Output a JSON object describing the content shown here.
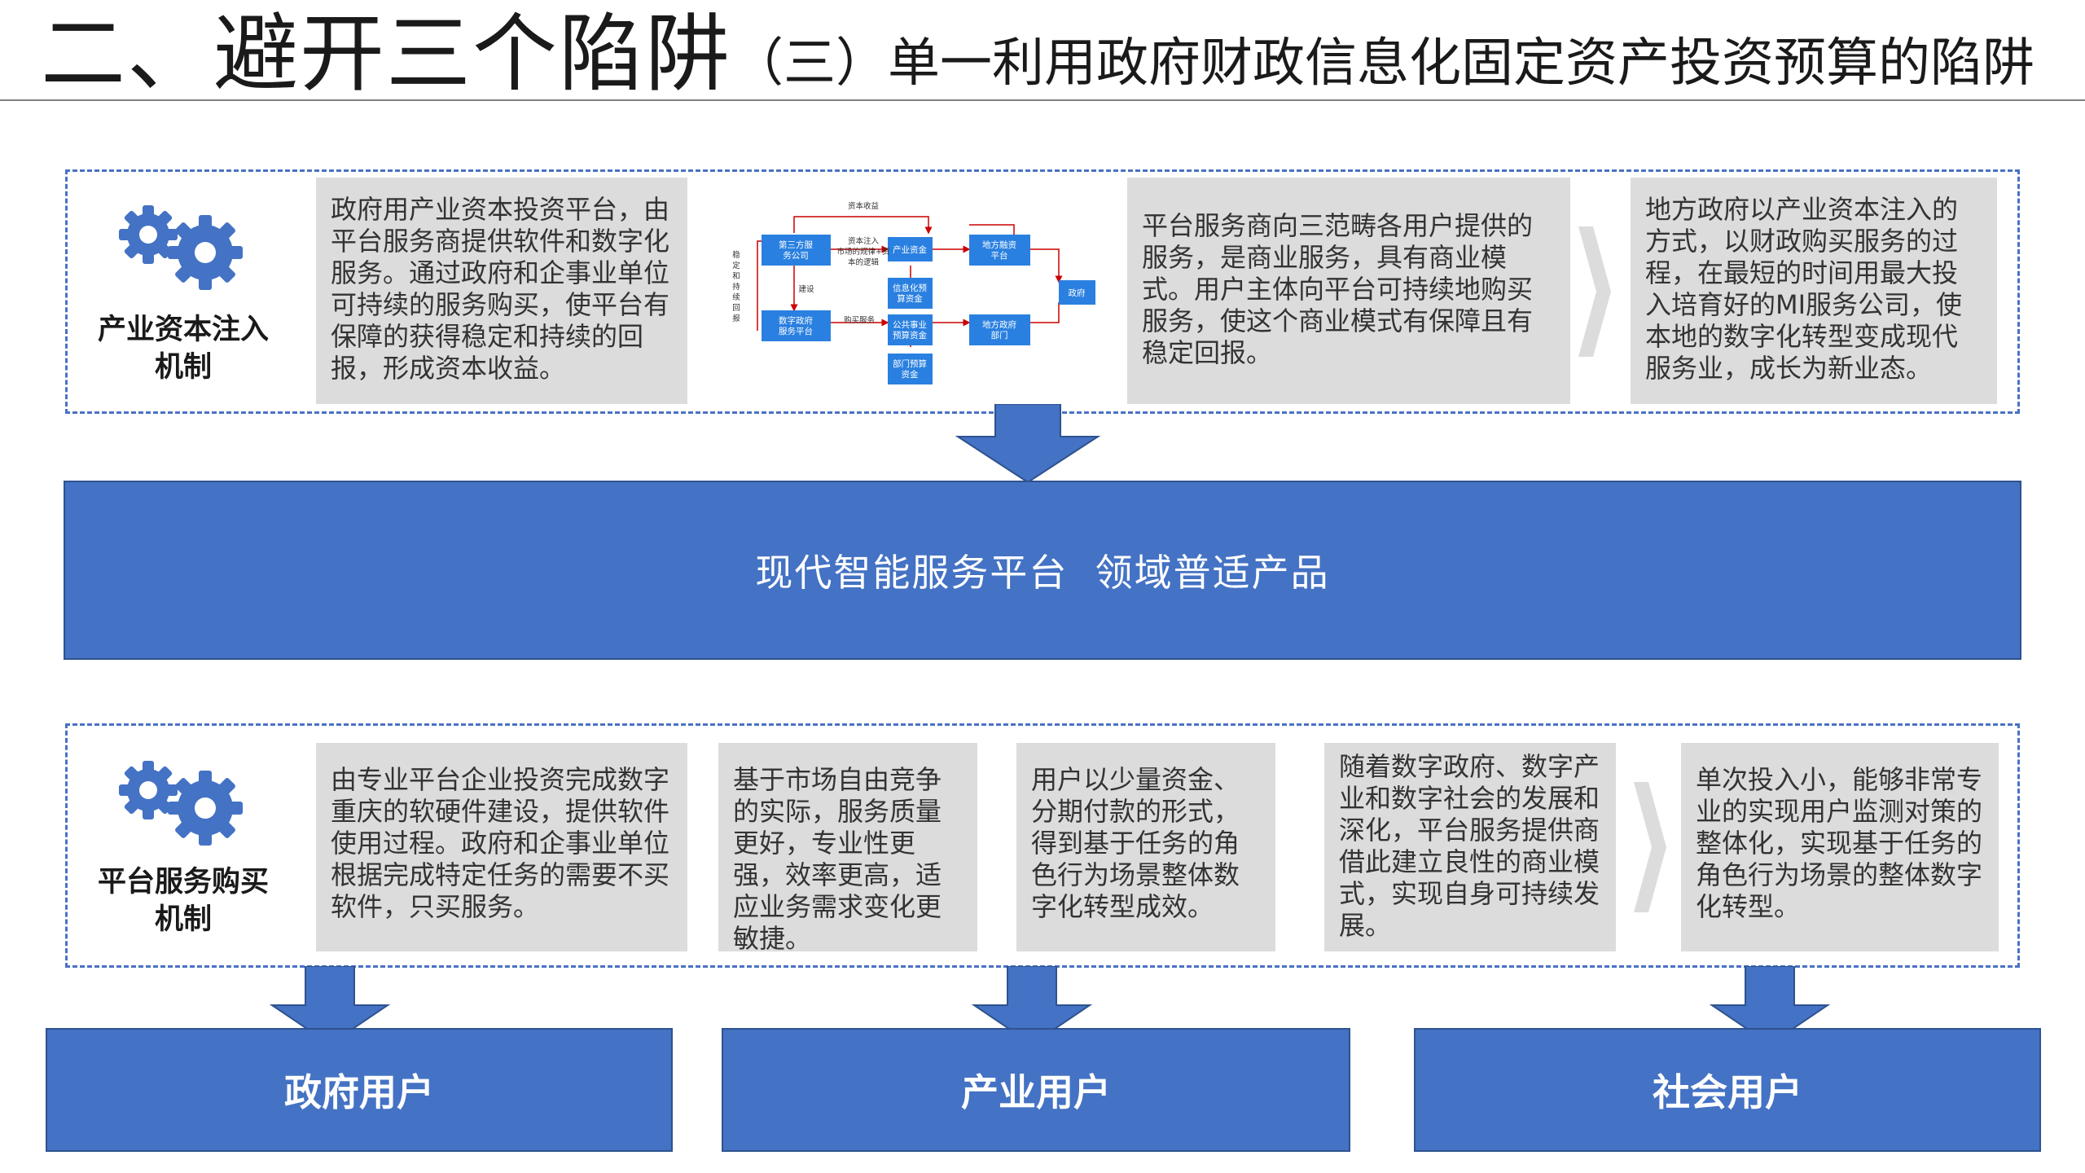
{
  "header": {
    "title": "二、避开三个陷阱",
    "subtitle": "（三）单一利用政府财政信息化固定资产投资预算的陷阱"
  },
  "section1": {
    "mechanism_label": "产业资本注入机制",
    "box1": "政府用产业资本投资平台，由平台服务商提供软件和数字化服务。通过政府和企事业单位可持续的服务购买，使平台有保障的获得稳定和持续的回报，形成资本收益。",
    "box3": "平台服务商向三范畴各用户提供的服务，是商业服务，具有商业模式。用户主体向平台可持续地购买服务，使这个商业模式有保障且有稳定回报。",
    "box4": "地方政府以产业资本注入的方式，以财政购买服务的过程，在最短的时间用最大投入培育好的MI服务公司，使本地的数字化转型变成现代服务业，成长为新业态。"
  },
  "diagram": {
    "nodes": {
      "third_party": "第三方服务公司",
      "industry_fund": "产业资金",
      "local_finance": "地方融资平台",
      "government": "政府",
      "it_budget": "信息化预算资金",
      "digital_gov": "数字政府服务平台",
      "public_budget": "公共事业预算资金",
      "local_dept": "地方政府部门",
      "dept_budget": "部门预算资金"
    },
    "labels": {
      "capital_return": "资本收益",
      "capital_injection": "资本注入",
      "market_logic": "市场的规律+资本的逻辑",
      "build": "建设",
      "buy_service": "购买服务",
      "stable_return": "稳定和持续回报"
    }
  },
  "platform": {
    "label": "现代智能服务平台  领域普适产品"
  },
  "section2": {
    "mechanism_label": "平台服务购买机制",
    "box1": "由专业平台企业投资完成数字重庆的软硬件建设，提供软件使用过程。政府和企事业单位根据完成特定任务的需要不买软件，只买服务。",
    "box2": "基于市场自由竞争的实际，服务质量更好，专业性更强，效率更高，适应业务需求变化更敏捷。",
    "box3": "用户以少量资金、分期付款的形式，得到基于任务的角色行为场景整体数字化转型成效。",
    "box4": "随着数字政府、数字产业和数字社会的发展和深化，平台服务提供商借此建立良性的商业模式，实现自身可持续发展。",
    "box5": "单次投入小，能够非常专业的实现用户监测对策的整体化，实现基于任务的角色行为场景的整体数字化转型。"
  },
  "users": {
    "gov": "政府用户",
    "industry": "产业用户",
    "society": "社会用户"
  },
  "colors": {
    "accent_blue": "#4472c4",
    "diagram_blue": "#2a80e0",
    "box_gray": "#dcdcdc"
  }
}
